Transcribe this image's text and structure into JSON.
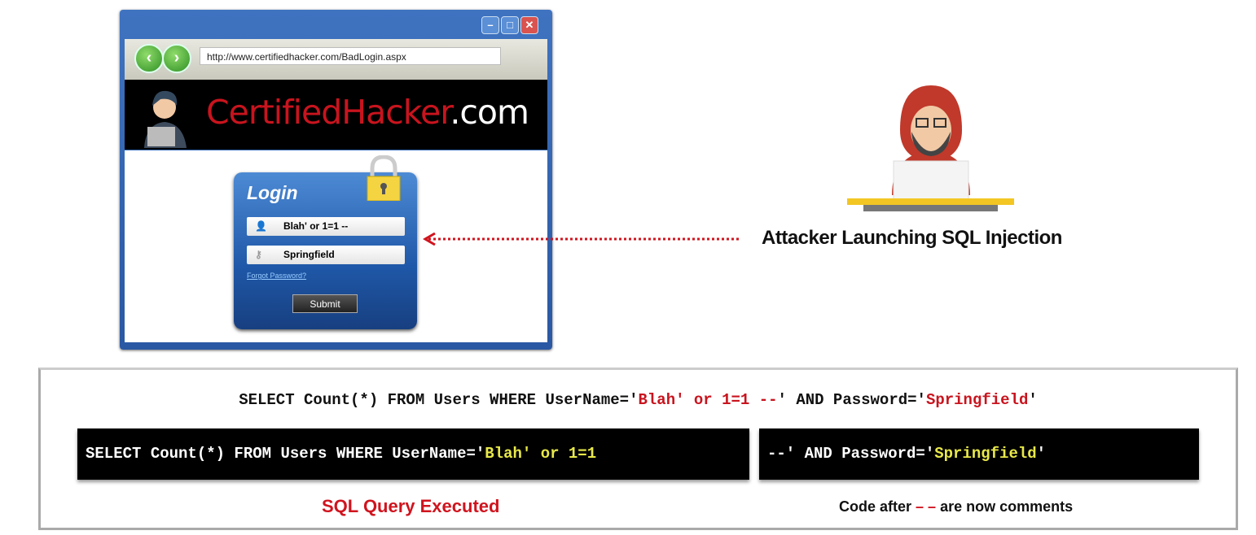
{
  "browser": {
    "url": "http://www.certifiedhacker.com/BadLogin.aspx",
    "logo_main": "CertifiedHacker",
    "logo_suffix": ".com",
    "login": {
      "title": "Login",
      "username": "Blah' or 1=1 --",
      "password": "Springfield",
      "forgot": "Forgot Password?",
      "submit": "Submit"
    }
  },
  "attacker": {
    "label": "Attacker Launching SQL Injection"
  },
  "query": {
    "full": {
      "p1": "SELECT Count(*) FROM Users WHERE UserName='",
      "p2": "Blah' or 1=1 --",
      "p3": "' AND Password='",
      "p4": "Springfield",
      "p5": "'"
    },
    "executed": {
      "p1": "SELECT Count(*) FROM Users WHERE UserName='",
      "p2": "Blah",
      "p3": "' or ",
      "p4": "1=1"
    },
    "comment": {
      "p1": "--' AND Password='",
      "p2": "Springfield",
      "p3": "'"
    },
    "caption_executed": "SQL Query Executed",
    "caption_comment_pre": "Code after",
    "caption_comment_dash": "– –",
    "caption_comment_post": "are now comments"
  },
  "colors": {
    "frame": "#2e5fa8",
    "red": "#c8141e",
    "yellow": "#e8e84a"
  }
}
